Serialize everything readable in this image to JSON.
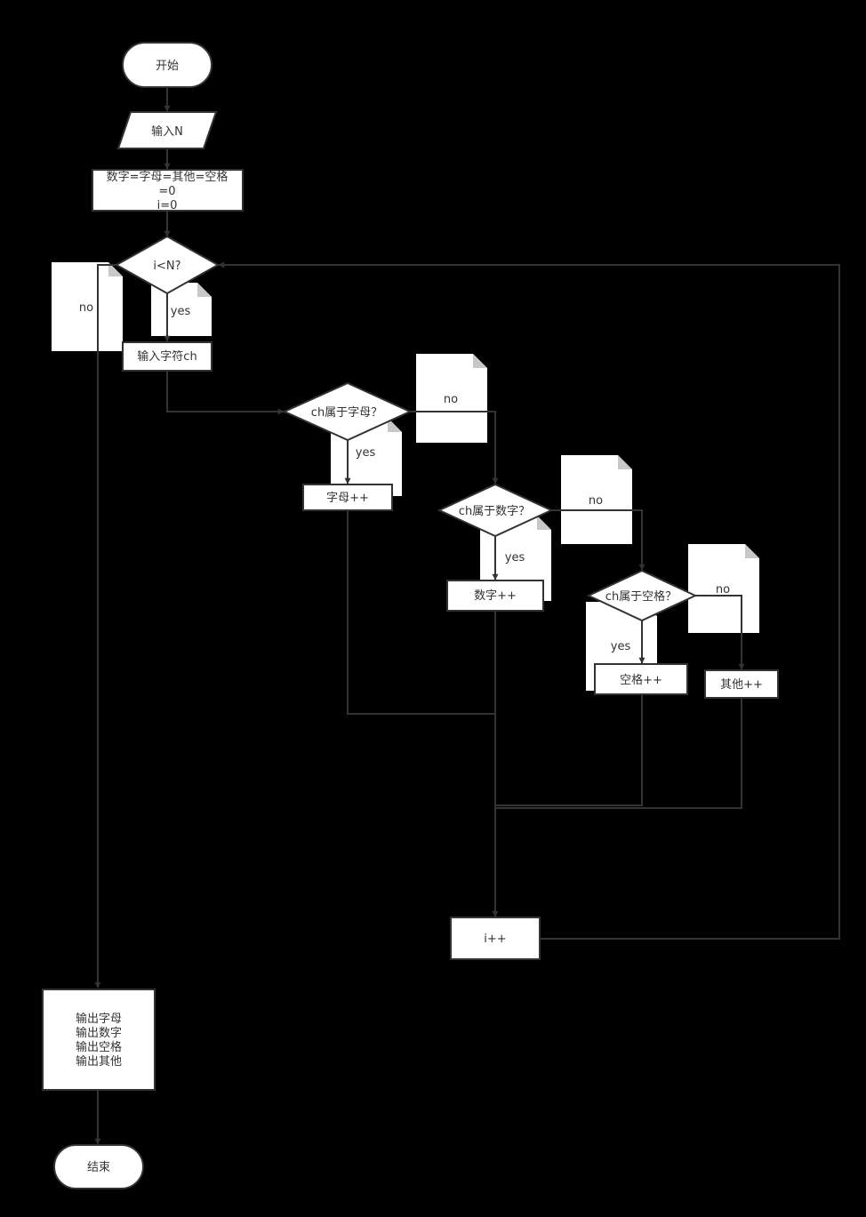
{
  "nodes": {
    "start": "开始",
    "input_n": "输入N",
    "init_line1": "数字=字母=其他=空格",
    "init_line2": "=0",
    "init_line3": "i=0",
    "cond_loop": "i<N?",
    "input_ch": "输入字符ch",
    "cond_letter": "ch属于字母？",
    "inc_letter": "字母++",
    "cond_digit": "ch属于数字？",
    "inc_digit": "数字++",
    "cond_space": "ch属于空格？",
    "inc_space": "空格++",
    "inc_other": "其他++",
    "inc_i": "i++",
    "output_line1": "输出字母",
    "output_line2": "输出数字",
    "output_line3": "输出空格",
    "output_line4": "输出其他",
    "end": "结束"
  },
  "labels": {
    "loop_no": "no",
    "loop_yes": "yes",
    "letter_yes": "yes",
    "letter_no": "no",
    "digit_yes": "yes",
    "digit_no": "no",
    "space_yes": "yes",
    "space_no": "no"
  }
}
